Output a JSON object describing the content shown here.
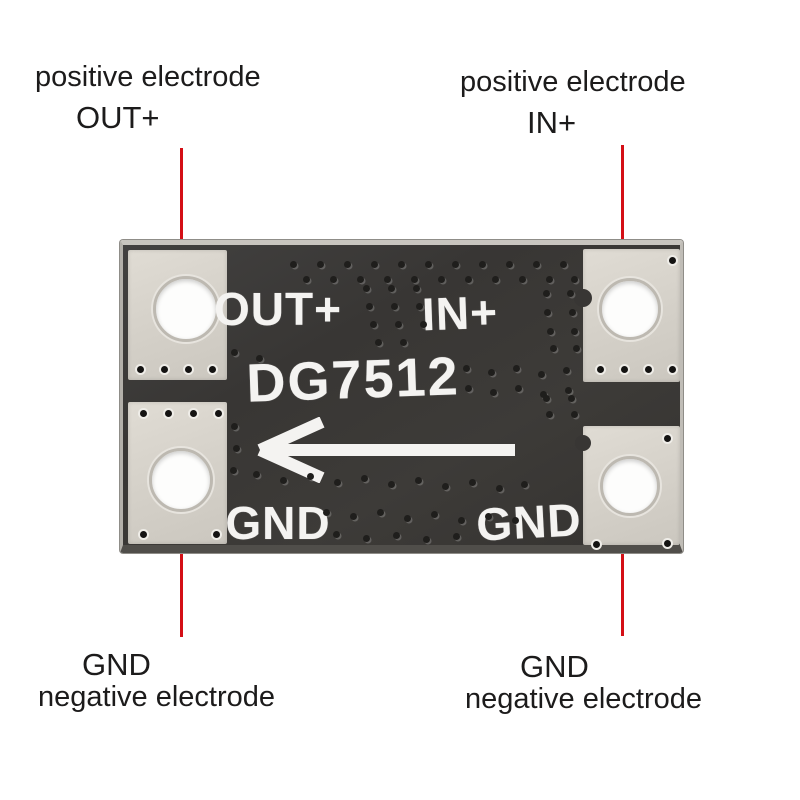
{
  "colors": {
    "annotation_red": "#d40f16",
    "board_black": "#383634",
    "pad_silver": "#d6d2ca",
    "silkscreen_white": "#f4f3f1",
    "label_text": "#1c1b1b"
  },
  "annotations": {
    "top_left": {
      "line1": "positive electrode",
      "line2": "OUT+"
    },
    "top_right": {
      "line1": "positive electrode",
      "line2": "IN+"
    },
    "bottom_left": {
      "line1": "GND",
      "line2": "negative electrode"
    },
    "bottom_right": {
      "line1": "GND",
      "line2": "negative electrode"
    }
  },
  "board": {
    "model": "DG7512",
    "labels": {
      "out": "OUT+",
      "in": "IN+",
      "gnd_left": "GND",
      "gnd_right": "GND"
    },
    "arrow_direction": "left"
  }
}
